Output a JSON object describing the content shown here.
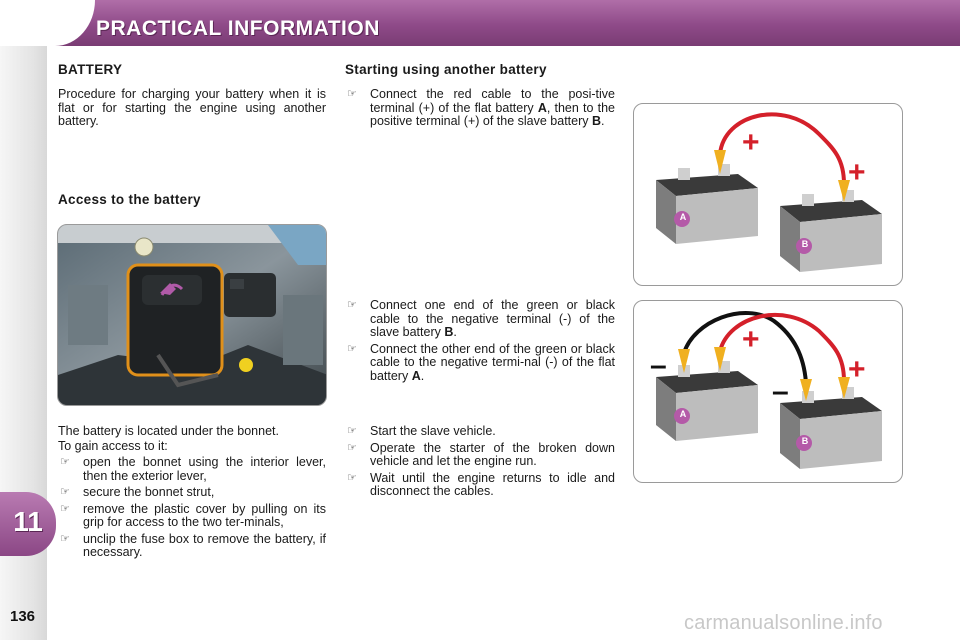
{
  "header": {
    "title": "PRACTICAL INFORMATION"
  },
  "chapter": {
    "number": "11"
  },
  "page": {
    "number": "136"
  },
  "left": {
    "heading": "BATTERY",
    "intro": "Procedure for charging your battery when it is flat or for starting the engine using another battery.",
    "access_heading": "Access to the battery",
    "location_text": "The battery is located under the bonnet.",
    "access_lead": "To gain access to it:",
    "steps": [
      "open the bonnet using the interior lever, then the exterior lever,",
      "secure the bonnet strut,",
      "remove the plastic cover by pulling on its grip for access to the two ter-minals,",
      "unclip the fuse box to remove the battery, if necessary."
    ]
  },
  "right": {
    "heading": "Starting using another battery",
    "step1": {
      "pre": "Connect the red cable to the posi-tive terminal (+) of the flat battery ",
      "b1": "A",
      "mid": ", then to the positive terminal (+) of the slave battery ",
      "b2": "B",
      "post": "."
    },
    "step2": {
      "pre": "Connect one end of the green or black cable to the negative terminal (-) of the slave battery ",
      "b": "B",
      "post": "."
    },
    "step3": {
      "pre": "Connect the other end of the green or black cable to the negative termi-nal (-) of the flat battery ",
      "b": "A",
      "post": "."
    },
    "step4": "Start the slave vehicle.",
    "step5": "Operate the starter of the broken down vehicle and let the engine run.",
    "step6": "Wait until the engine returns to idle and disconnect the cables."
  },
  "figures": {
    "battery_a_label": "A",
    "battery_b_label": "B",
    "plus": "+",
    "minus": "–"
  },
  "icons": {
    "bullet": "☞"
  },
  "colors": {
    "accent": "#8e4a88",
    "red_cable": "#d4202a",
    "black_cable": "#111111",
    "clip": "#f0b020"
  },
  "watermark": "carmanualsonline.info"
}
